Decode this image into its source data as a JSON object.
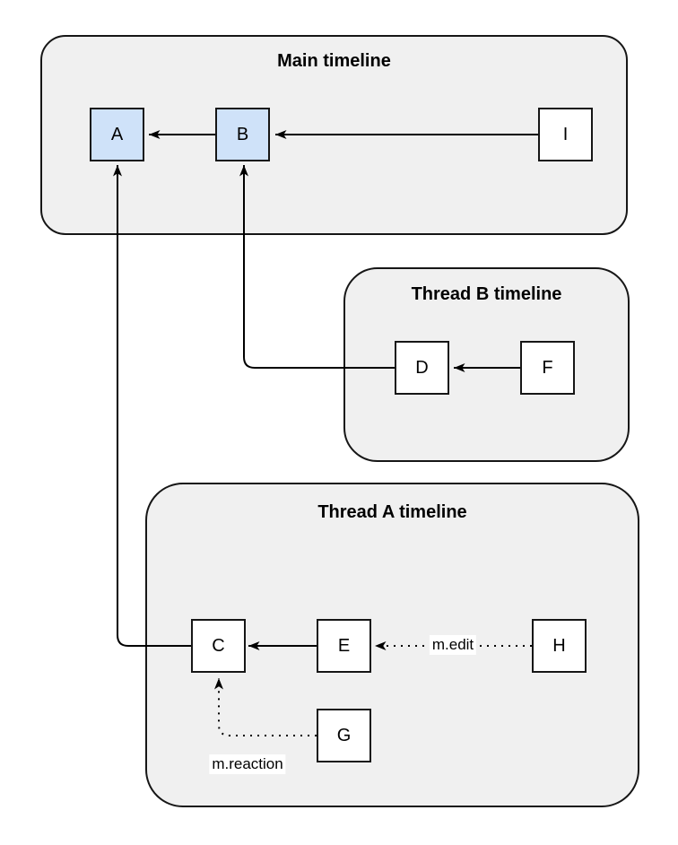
{
  "diagram": {
    "containers": {
      "main": {
        "title": "Main timeline"
      },
      "thread_b": {
        "title": "Thread B timeline"
      },
      "thread_a": {
        "title": "Thread A timeline"
      }
    },
    "nodes": {
      "A": {
        "label": "A",
        "highlighted": true,
        "timeline": "main"
      },
      "B": {
        "label": "B",
        "highlighted": true,
        "timeline": "main"
      },
      "I": {
        "label": "I",
        "highlighted": false,
        "timeline": "main"
      },
      "D": {
        "label": "D",
        "highlighted": false,
        "timeline": "thread_b"
      },
      "F": {
        "label": "F",
        "highlighted": false,
        "timeline": "thread_b"
      },
      "C": {
        "label": "C",
        "highlighted": false,
        "timeline": "thread_a"
      },
      "E": {
        "label": "E",
        "highlighted": false,
        "timeline": "thread_a"
      },
      "H": {
        "label": "H",
        "highlighted": false,
        "timeline": "thread_a"
      },
      "G": {
        "label": "G",
        "highlighted": false,
        "timeline": "thread_a"
      }
    },
    "edges": [
      {
        "from": "B",
        "to": "A",
        "style": "solid",
        "label": ""
      },
      {
        "from": "I",
        "to": "B",
        "style": "solid",
        "label": ""
      },
      {
        "from": "D",
        "to": "B",
        "style": "solid",
        "label": ""
      },
      {
        "from": "F",
        "to": "D",
        "style": "solid",
        "label": ""
      },
      {
        "from": "C",
        "to": "A",
        "style": "solid",
        "label": ""
      },
      {
        "from": "E",
        "to": "C",
        "style": "solid",
        "label": ""
      },
      {
        "from": "H",
        "to": "E",
        "style": "dotted",
        "label": "m.edit"
      },
      {
        "from": "G",
        "to": "C",
        "style": "dotted",
        "label": "m.reaction"
      }
    ],
    "edge_labels": {
      "edit": "m.edit",
      "reaction": "m.reaction"
    },
    "colors": {
      "container_fill": "#f0f0f0",
      "container_border": "#161616",
      "node_fill": "#ffffff",
      "node_highlight_fill": "#cfe2f9",
      "node_border": "#161616",
      "edge_color": "#000000",
      "text_color": "#000000",
      "background": "#ffffff"
    }
  }
}
